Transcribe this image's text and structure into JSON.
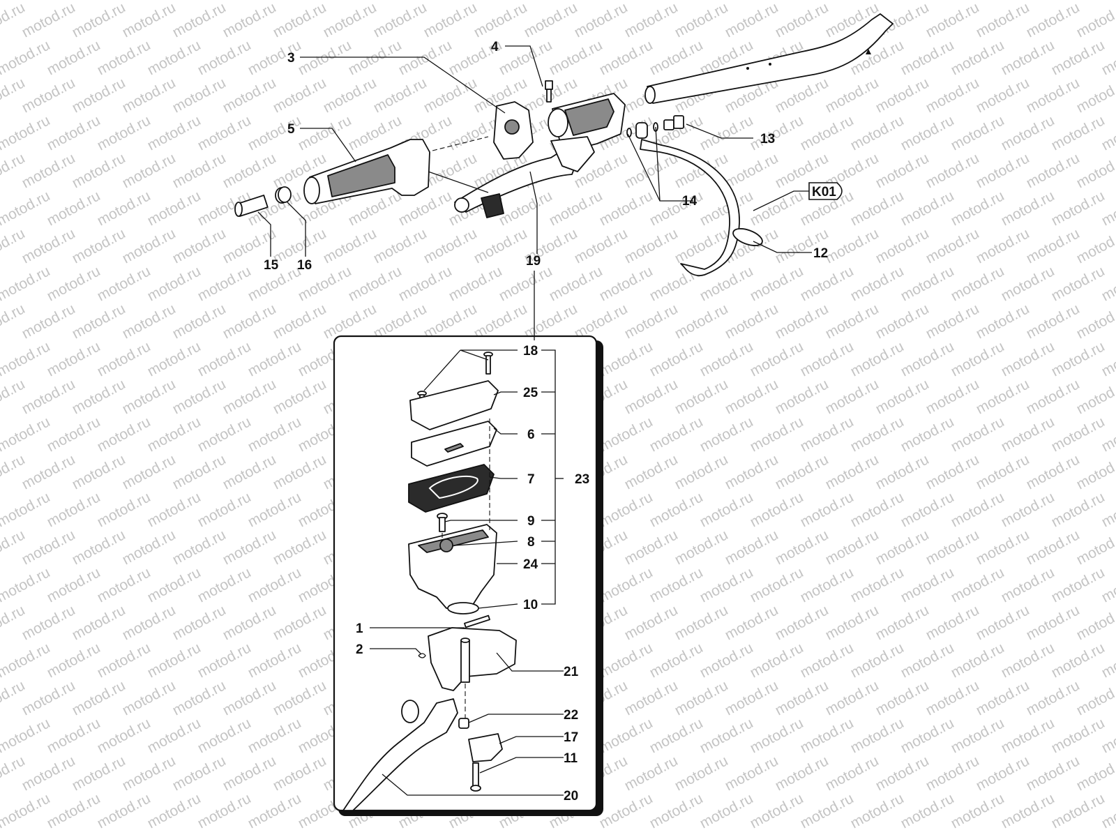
{
  "watermark": {
    "text": "motod.ru",
    "color": "#c4c4c4"
  },
  "callouts": [
    {
      "id": "c3",
      "label": "3"
    },
    {
      "id": "c4",
      "label": "4"
    },
    {
      "id": "c5",
      "label": "5"
    },
    {
      "id": "c13",
      "label": "13"
    },
    {
      "id": "c14",
      "label": "14"
    },
    {
      "id": "c15",
      "label": "15"
    },
    {
      "id": "c16",
      "label": "16"
    },
    {
      "id": "c19",
      "label": "19"
    },
    {
      "id": "c12",
      "label": "12"
    },
    {
      "id": "c18",
      "label": "18"
    },
    {
      "id": "c25",
      "label": "25"
    },
    {
      "id": "c6",
      "label": "6"
    },
    {
      "id": "c7",
      "label": "7"
    },
    {
      "id": "c23",
      "label": "23"
    },
    {
      "id": "c9",
      "label": "9"
    },
    {
      "id": "c8",
      "label": "8"
    },
    {
      "id": "c24",
      "label": "24"
    },
    {
      "id": "c10",
      "label": "10"
    },
    {
      "id": "c1",
      "label": "1"
    },
    {
      "id": "c2",
      "label": "2"
    },
    {
      "id": "c21",
      "label": "21"
    },
    {
      "id": "c22",
      "label": "22"
    },
    {
      "id": "c17",
      "label": "17"
    },
    {
      "id": "c11",
      "label": "11"
    },
    {
      "id": "c20",
      "label": "20"
    }
  ],
  "ref_box": {
    "label": "K01"
  }
}
